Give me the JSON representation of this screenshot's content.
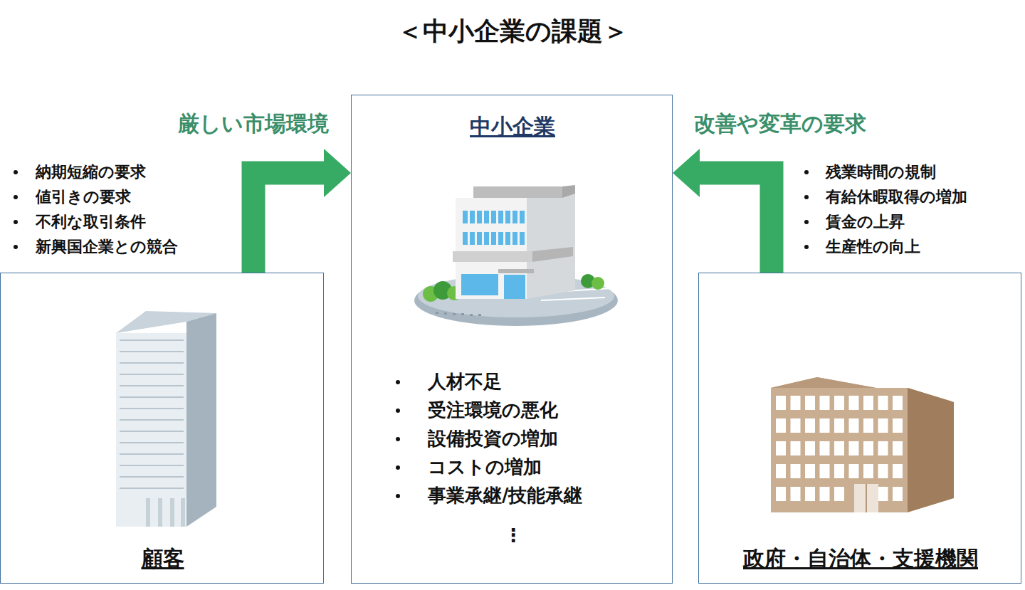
{
  "diagram": {
    "title": "＜中小企業の課題＞",
    "nodes": [
      {
        "text": [
          "顧客"
        ]
      },
      {
        "text": [
          "中小企業",
          "人材不足",
          "受注環境の悪化",
          "設備投資の増加",
          "コストの増加",
          "事業承継/技能承継",
          "⋮"
        ]
      },
      {
        "text": [
          "政府・自治体・支援機関"
        ]
      }
    ],
    "edges": [
      {
        "from": 0,
        "to": 1,
        "arrow": "to",
        "label": "厳しい市場環境"
      },
      {
        "from": 2,
        "to": 1,
        "arrow": "to",
        "label": "改善や変革の要求"
      }
    ],
    "labels": [
      "納期短縮の要求",
      "値引きの要求",
      "不利な取引条件",
      "新興国企業との競合",
      "残業時間の規制",
      "有給休暇取得の増加",
      "賃金の上昇",
      "生産性の向上"
    ]
  }
}
